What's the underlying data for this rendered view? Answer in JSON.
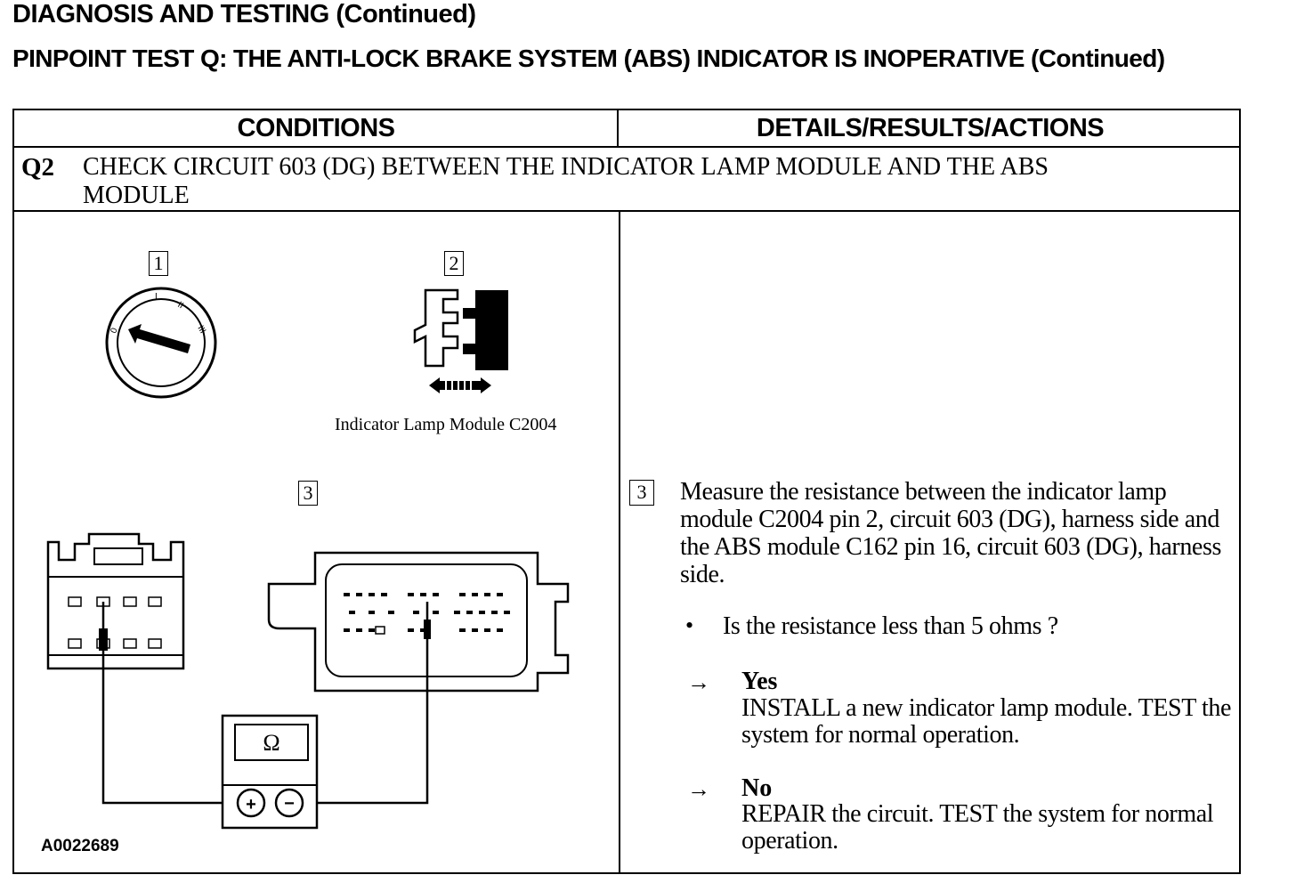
{
  "page": {
    "title": "DIAGNOSIS AND TESTING (Continued)",
    "test_title": "PINPOINT TEST Q:  THE ANTI-LOCK BRAKE SYSTEM (ABS) INDICATOR IS INOPERATIVE (Continued)"
  },
  "table": {
    "col_conditions": "CONDITIONS",
    "col_details": "DETAILS/RESULTS/ACTIONS",
    "step_id": "Q2",
    "step_title": "CHECK CIRCUIT 603 (DG) BETWEEN THE INDICATOR LAMP MODULE AND THE ABS MODULE"
  },
  "diagram": {
    "callout_1": "1",
    "callout_2": "2",
    "callout_3": "3",
    "ignition_positions": [
      "0",
      "I",
      "II",
      "III"
    ],
    "connector_caption": "Indicator Lamp Module C2004",
    "meter_symbol": "Ω",
    "plus": "+",
    "minus": "−",
    "figure_id": "A0022689"
  },
  "details": {
    "callout": "3",
    "instruction": "Measure the resistance between the indicator lamp module C2004 pin 2, circuit 603 (DG), harness side and the ABS module C162 pin 16, circuit 603 (DG), harness side.",
    "bullet": "•",
    "question": "Is the resistance less than 5 ohms ?",
    "arrow": "→",
    "yes_label": "Yes",
    "yes_action": "INSTALL a new indicator lamp module. TEST the system for normal operation.",
    "no_label": "No",
    "no_action": "REPAIR the circuit. TEST the system for normal operation."
  }
}
